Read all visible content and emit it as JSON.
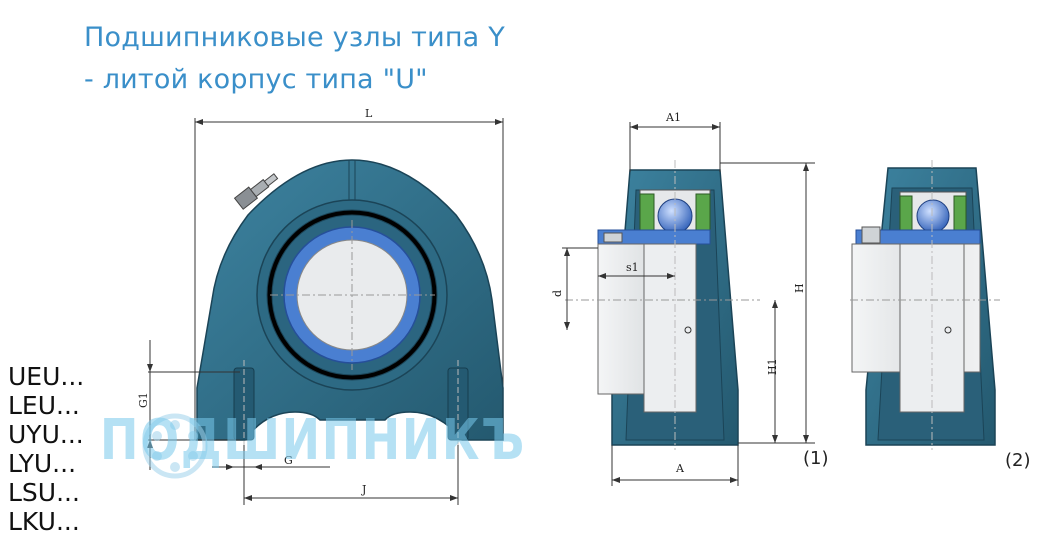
{
  "title": {
    "line1": "Подшипниковые узлы типа Y",
    "line2": "- литой корпус типа \"U\""
  },
  "series": [
    "UEU...",
    "LEU...",
    "UYU...",
    "LYU...",
    "LSU...",
    "LKU..."
  ],
  "watermark": "ПОДШИПНИКЪ",
  "dimensions": {
    "L": "L",
    "G1": "G1",
    "G": "G",
    "J": "J",
    "A1": "A1",
    "s1": "s1",
    "d": "d",
    "H": "H",
    "H1": "H1",
    "A": "A"
  },
  "figures": {
    "fig1": "(1)",
    "fig2": "(2)"
  },
  "colors": {
    "housing": "#2f6f8a",
    "housing_dark": "#1f4f66",
    "bearing_blue": "#4a7fd1",
    "insert_gray": "#e6e8ea",
    "title": "#3a8fc9"
  }
}
